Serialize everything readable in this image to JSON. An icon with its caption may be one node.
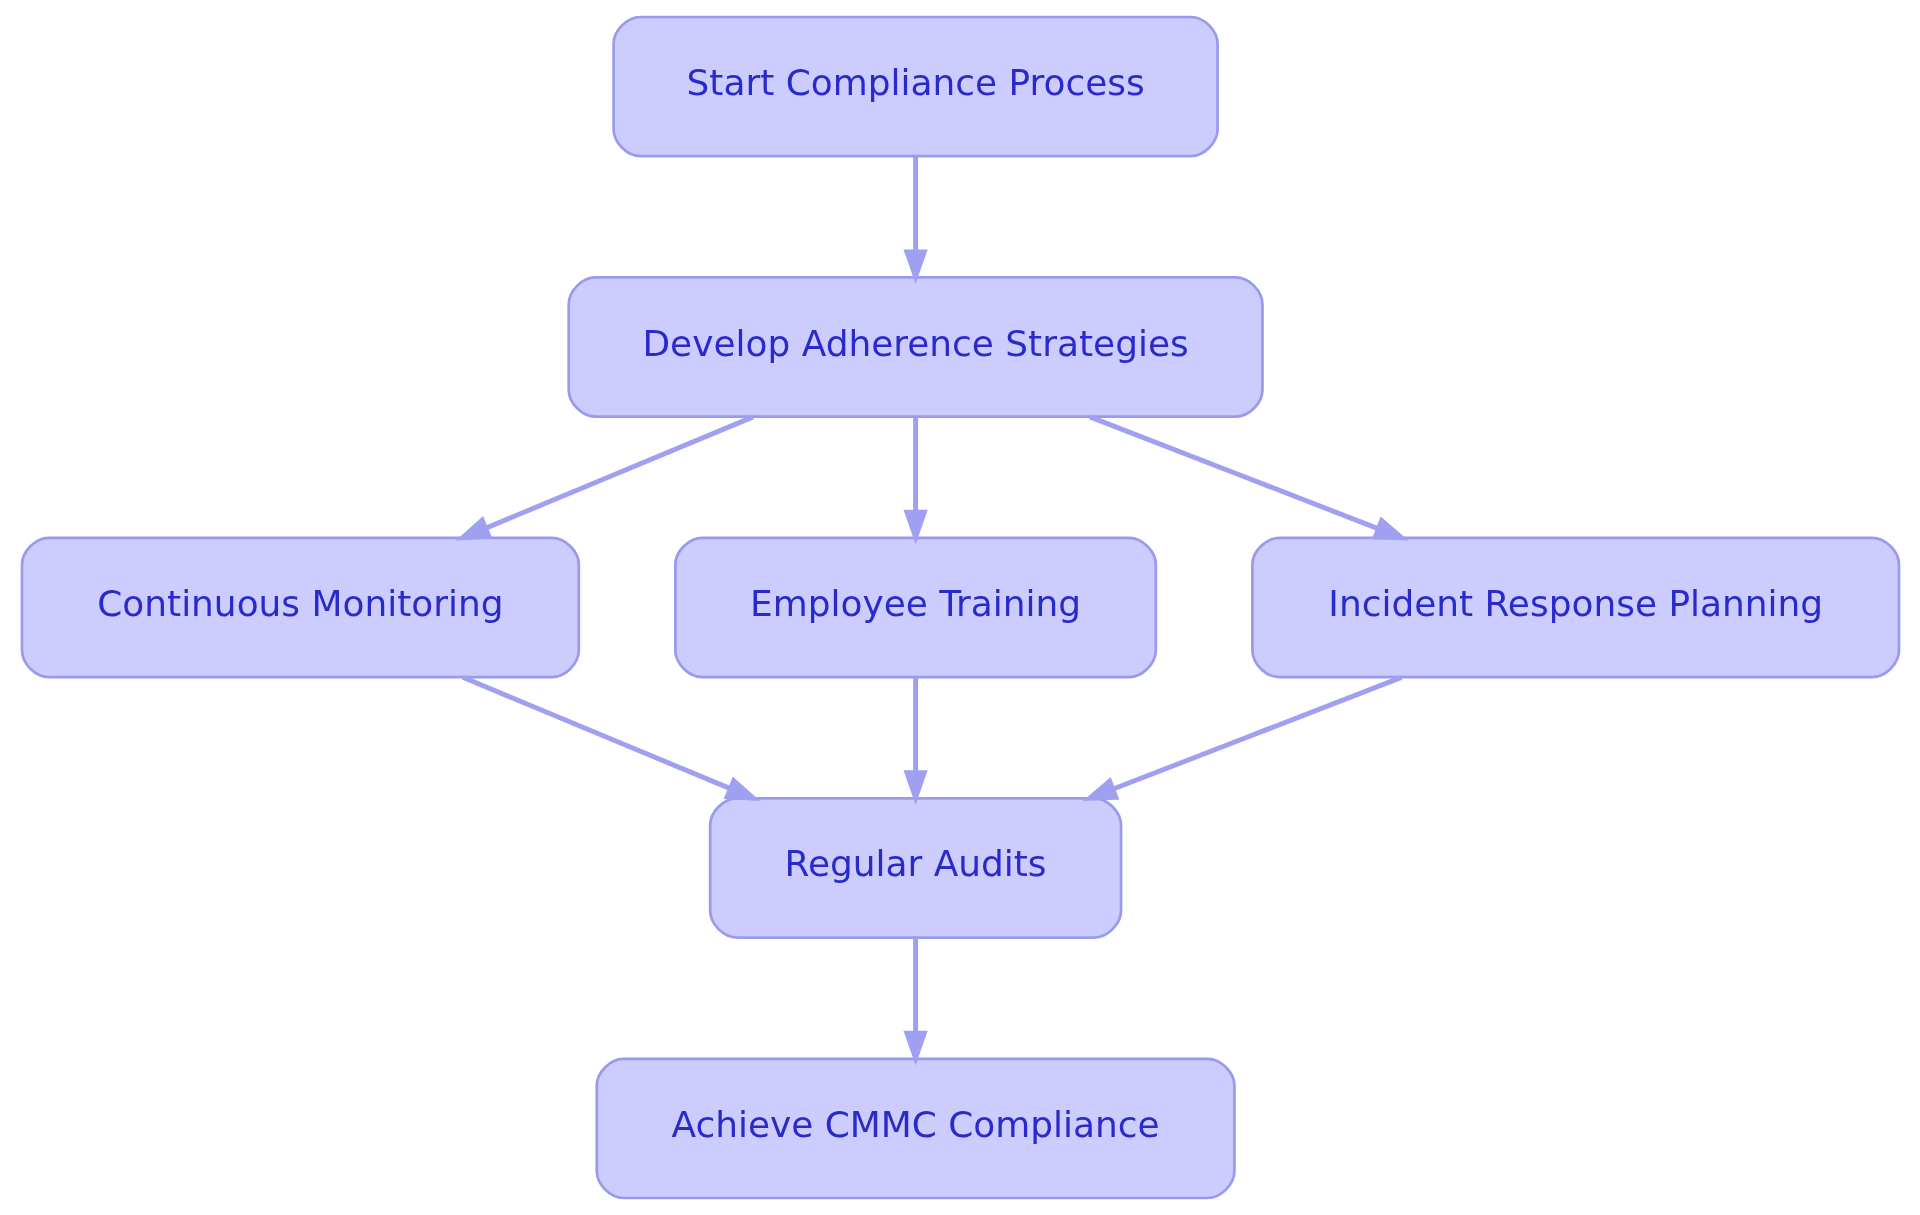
{
  "diagram": {
    "nodes": [
      {
        "text": [
          "Start Compliance Process"
        ]
      },
      {
        "text": [
          "Develop Adherence Strategies"
        ]
      },
      {
        "text": [
          "Continuous Monitoring"
        ]
      },
      {
        "text": [
          "Employee Training"
        ]
      },
      {
        "text": [
          "Incident Response Planning"
        ]
      },
      {
        "text": [
          "Regular Audits"
        ]
      },
      {
        "text": [
          "Achieve CMMC Compliance"
        ]
      }
    ],
    "edges": [
      {
        "from": 0,
        "to": 1,
        "arrow": "to"
      },
      {
        "from": 1,
        "to": 2,
        "arrow": "to"
      },
      {
        "from": 1,
        "to": 3,
        "arrow": "to"
      },
      {
        "from": 1,
        "to": 4,
        "arrow": "to"
      },
      {
        "from": 2,
        "to": 5,
        "arrow": "to"
      },
      {
        "from": 3,
        "to": 5,
        "arrow": "to"
      },
      {
        "from": 4,
        "to": 5,
        "arrow": "to"
      },
      {
        "from": 5,
        "to": 6,
        "arrow": "to"
      }
    ]
  }
}
